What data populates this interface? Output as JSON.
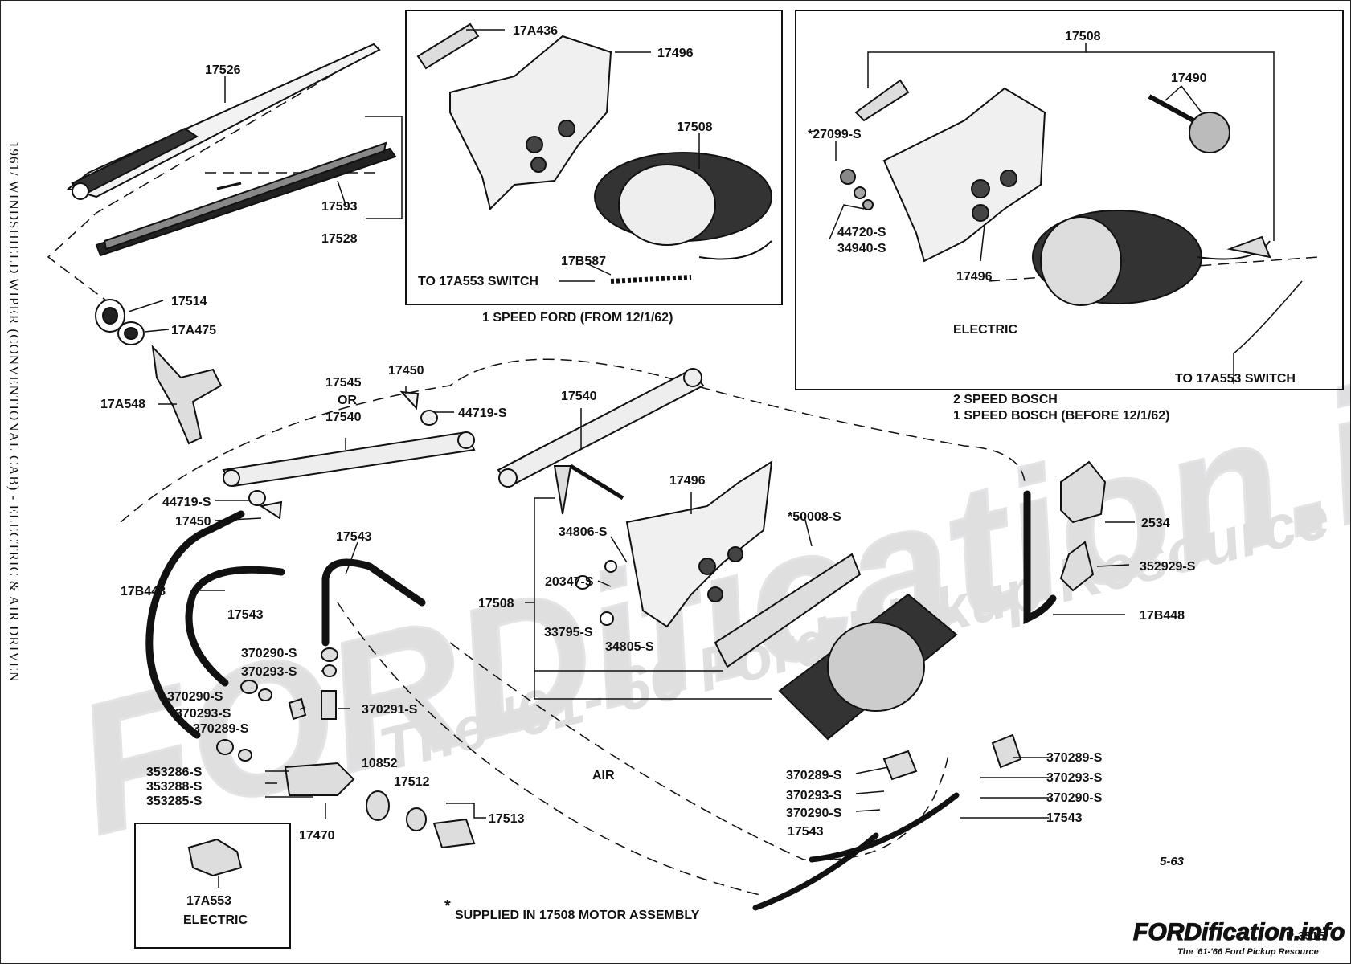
{
  "side_title": "1961/ WINDSHIELD WIPER (CONVENTIONAL CAB) - ELECTRIC & AIR DRIVEN",
  "watermark": {
    "main": "FORDification.info",
    "sub": "The '61-'66 Ford Pickup Resource"
  },
  "panels": {
    "ford": {
      "caption": "1 SPEED FORD (FROM 12/1/62)"
    },
    "bosch": {
      "caption_line1": "2 SPEED BOSCH",
      "caption_line2": "1 SPEED BOSCH (BEFORE 12/1/62)",
      "electric": "ELECTRIC"
    },
    "switch": {
      "label": "ELECTRIC"
    }
  },
  "labels": {
    "p17526": "17526",
    "p17593": "17593",
    "p17528": "17528",
    "p17514": "17514",
    "p17a475": "17A475",
    "p17a548": "17A548",
    "p17a436": "17A436",
    "p17496a": "17496",
    "p17508a": "17508",
    "p17b587": "17B587",
    "to_switch_a": "TO 17A553 SWITCH",
    "p17508b": "17508",
    "p17490": "17490",
    "p27099": "*27099-S",
    "p44720": "44720-S",
    "p34940": "34940-S",
    "p17496b": "17496",
    "to_switch_b": "TO 17A553 SWITCH",
    "p17545": "17545",
    "or": "OR",
    "p17540a": "17540",
    "p17450a": "17450",
    "p44719a": "44719-S",
    "p44719b": "44719-S",
    "p17450b": "17450",
    "p17540b": "17540",
    "p17496c": "17496",
    "p50008": "*50008-S",
    "p34806": "34806-S",
    "p20347": "20347-S",
    "p17508c": "17508",
    "p33795": "33795-S",
    "p34805": "34805-S",
    "p2534": "2534",
    "p352929": "352929-S",
    "p17b448b": "17B448",
    "p17b448a": "17B448",
    "p17543a": "17543",
    "p17543b": "17543",
    "p370290a": "370290-S",
    "p370293a": "370293-S",
    "p370290b": "370290-S",
    "p370293b": "370293-S",
    "p370289a": "370289-S",
    "p370291": "370291-S",
    "p353286": "353286-S",
    "p353288": "353288-S",
    "p353285": "353285-S",
    "p17470": "17470",
    "p10852": "10852",
    "p17512": "17512",
    "p17513": "17513",
    "air": "AIR",
    "p17a553": "17A553",
    "r370289a": "370289-S",
    "r370293a": "370293-S",
    "r370290a": "370290-S",
    "r17543a": "17543",
    "r370289b": "370289-S",
    "r370293b": "370293-S",
    "r370290b": "370290-S",
    "r17543b": "17543",
    "date_code": "5-63",
    "fig_no": "P-3515",
    "footnote_star": "*",
    "footnote": "SUPPLIED IN 17508 MOTOR ASSEMBLY"
  }
}
